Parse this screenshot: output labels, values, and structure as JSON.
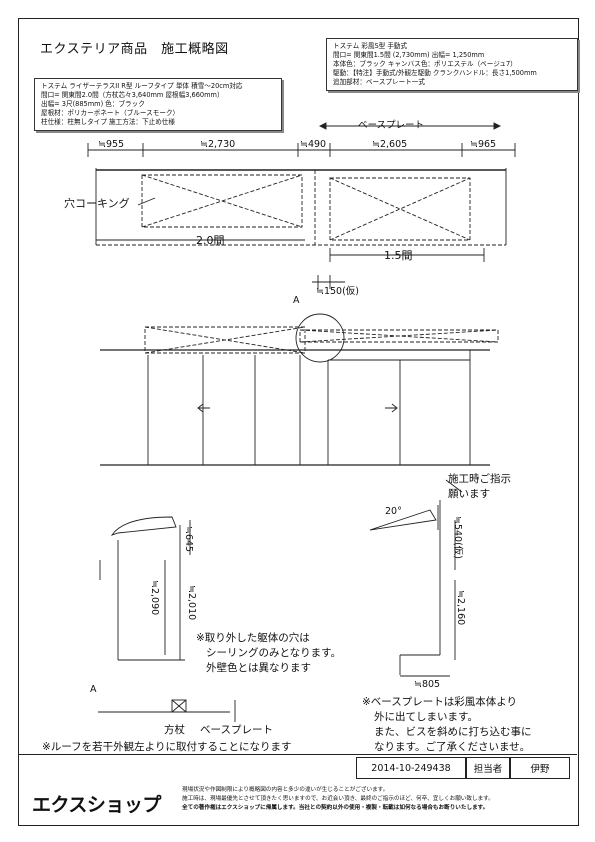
{
  "header": {
    "title": "エクステリア商品　施工概略図"
  },
  "spec_roof": {
    "lines": [
      "トステム ライザーテラスII R型  ルーフタイプ 単体  積雪〜20cm対応",
      "間口= 関東間2.0間（方杖芯々3,640mm 屋根幅3,660mm）",
      "出幅= 3尺(885mm)   色：ブラック",
      "屋根材：ポリカーボネート（ブルースモーク）",
      "柱仕様：柱無しタイプ  施工方法：下止め仕様"
    ]
  },
  "spec_awning": {
    "lines": [
      "トステム 彩風S型 手動式",
      "間口= 関東間1.5間 (2,730mm)   出幅= 1,250mm",
      "本体色：ブラック  キャンバス色：ポリエステル（ベージュ7）",
      "駆動：【特注】手動式/外観左駆動 クランクハンドル：長さ1,500mm",
      "追加部材：ベースプレート一式"
    ]
  },
  "dimensions": {
    "d955": "≒955",
    "d2730": "≒2,730",
    "d490": "≒490",
    "d2605": "≒2,605",
    "d965": "≒965",
    "base_plate": "ベースプレート",
    "hole_caulking": "穴コーキング",
    "span_20": "2.0間",
    "span_15": "1.5間",
    "d150": "≒150(仮)",
    "label_a": "A",
    "d645": "≒645",
    "d2090": "≒2,090",
    "d2010": "≒2,010",
    "angle20": "20°",
    "d540": "≒540(仮)",
    "d2160": "≒2,160",
    "d805": "≒805",
    "label_a2": "A",
    "post": "方杖",
    "base_plate2": "ベースプレート"
  },
  "notes": {
    "instruct": [
      "施工時ご指示",
      "願います"
    ],
    "hole_note": [
      "※取り外した躯体の穴は",
      "シーリングのみとなります。",
      "外壁色とは異なります"
    ],
    "plate_note": [
      "※ベースプレートは彩風本体より",
      "外に出てしまいます。",
      "また、ビスを斜めに打ち込む事に",
      "なります。ご了承くださいませ。"
    ],
    "roof_note": "※ルーフを若干外観左よりに取付することになります"
  },
  "footer": {
    "order_no": "2014-10-249438",
    "staff_label": "担当者",
    "staff_name": "伊野",
    "logo": "エクスショップ",
    "disclaimer": [
      "現場状況や作図制限により概略図の内容と多少の違いが生じることがございます。",
      "施工時は、現場最優先とさせて頂きたく思いますので、お近会い頂き、最終のご指示のほど、何卒、宜しくお願い致します。",
      "全ての著作権はエクスショップに帰属します。当社との契約以外の使用・複製・転載は如何なる場合もお断りいたします。"
    ]
  }
}
